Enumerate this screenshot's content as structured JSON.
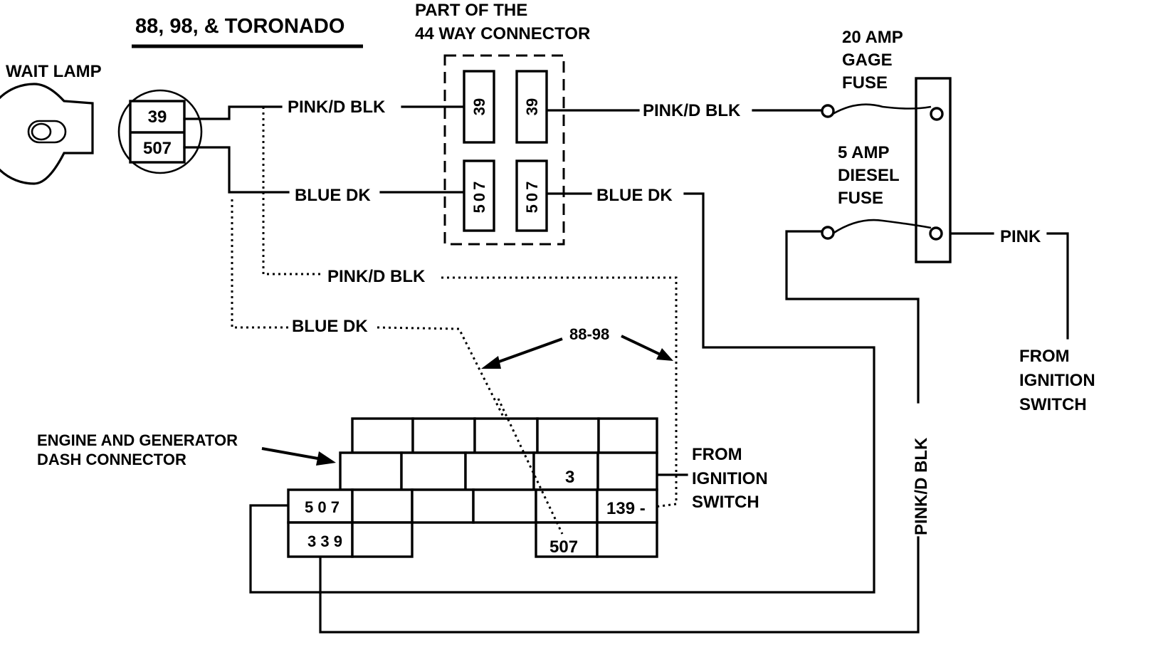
{
  "title": "88, 98, & TORONADO",
  "wait_lamp": {
    "label": "WAIT LAMP",
    "pins": [
      "39",
      "507"
    ]
  },
  "connector_44": {
    "label_line1": "PART OF THE",
    "label_line2": "44 WAY CONNECTOR",
    "pins_left": [
      "39",
      "507"
    ],
    "pins_right": [
      "39",
      "507"
    ]
  },
  "wires": {
    "pink_dblk": "PINK/D BLK",
    "blue_dk": "BLUE DK",
    "pink": "PINK",
    "pink_dblk_vertical": "PINK/D BLK"
  },
  "fuses": {
    "gage_line1": "20 AMP",
    "gage_line2": "GAGE",
    "gage_line3": "FUSE",
    "diesel_line1": "5 AMP",
    "diesel_line2": "DIESEL",
    "diesel_line3": "FUSE"
  },
  "from_ignition_1": [
    "FROM",
    "IGNITION",
    "SWITCH"
  ],
  "from_ignition_2": [
    "FROM",
    "IGNITION",
    "SWITCH"
  ],
  "models_note": "88-98",
  "dash_connector": {
    "label_line1": "ENGINE AND GENERATOR",
    "label_line2": "DASH CONNECTOR",
    "cells": {
      "pin3": "3",
      "pin139": "139 -",
      "pin507_left": "5 0 7",
      "pin339": "3 3 9",
      "pin507_bottom": "507"
    }
  }
}
